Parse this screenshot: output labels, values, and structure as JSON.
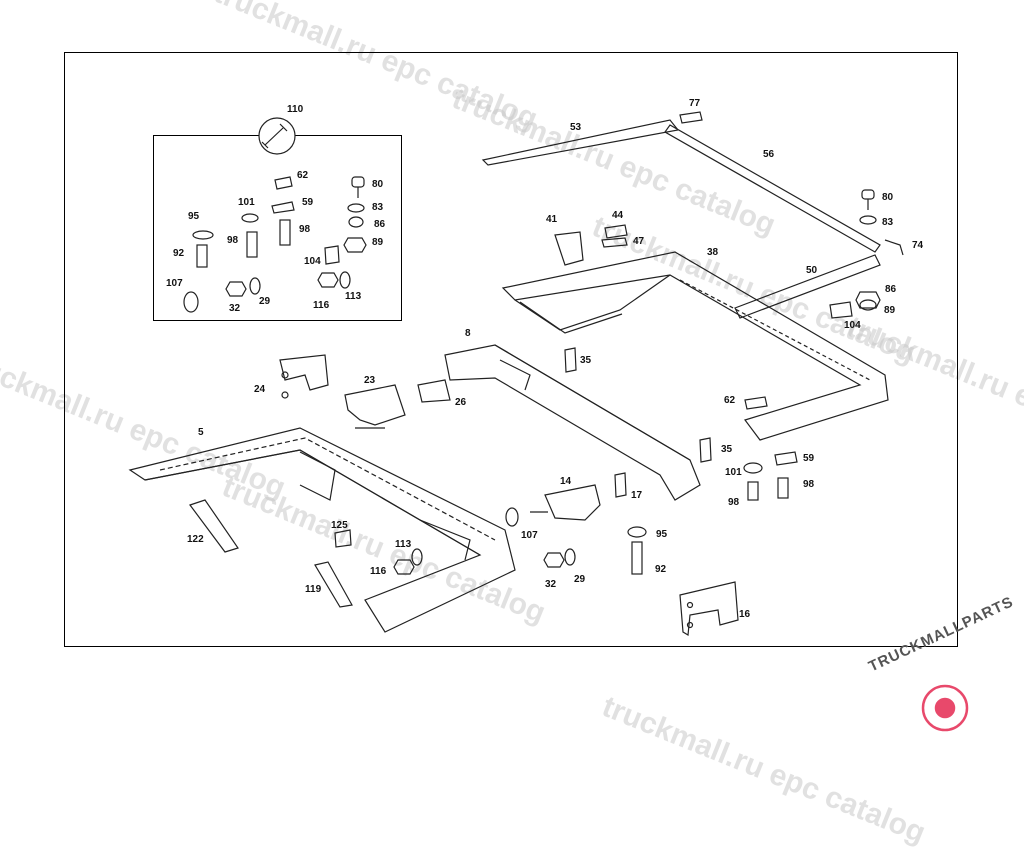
{
  "watermarks": [
    "truckmall.ru epc catalog",
    "truckmall.ru epc catalog",
    "truckmall.ru epc catalog",
    "truckmall.ru epc catalog",
    "truckmall.ru epc catalog",
    "truckmall.ru epc catalog",
    "truckmall.ru epc catalog"
  ],
  "diagram": {
    "callouts": {
      "c110": "110",
      "c62a": "62",
      "c59a": "59",
      "c101a": "101",
      "c80a": "80",
      "c95a": "95",
      "c83a": "83",
      "c98a": "98",
      "c98b": "98",
      "c86a": "86",
      "c89a": "89",
      "c92a": "92",
      "c104a": "104",
      "c107a": "107",
      "c32a": "32",
      "c29a": "29",
      "c116a": "116",
      "c113a": "113",
      "c53": "53",
      "c77": "77",
      "c56": "56",
      "c41": "41",
      "c44": "44",
      "c47": "47",
      "c38": "38",
      "c80b": "80",
      "c83b": "83",
      "c74": "74",
      "c50": "50",
      "c86b": "86",
      "c89b": "89",
      "c104b": "104",
      "c8": "8",
      "c35a": "35",
      "c24": "24",
      "c23": "23",
      "c26": "26",
      "c62b": "62",
      "c35b": "35",
      "c59b": "59",
      "c101b": "101",
      "c98c": "98",
      "c98d": "98",
      "c5": "5",
      "c14": "14",
      "c17": "17",
      "c125": "125",
      "c107b": "107",
      "c95b": "95",
      "c122": "122",
      "c113b": "113",
      "c116b": "116",
      "c92b": "92",
      "c32b": "32",
      "c29b": "29",
      "c119": "119",
      "c16": "16"
    }
  },
  "logo": {
    "text": "TRUCKMALLPARTS",
    "accent": "#e8496b"
  },
  "colors": {
    "line": "#222222",
    "watermark": "#c9c9c9"
  }
}
